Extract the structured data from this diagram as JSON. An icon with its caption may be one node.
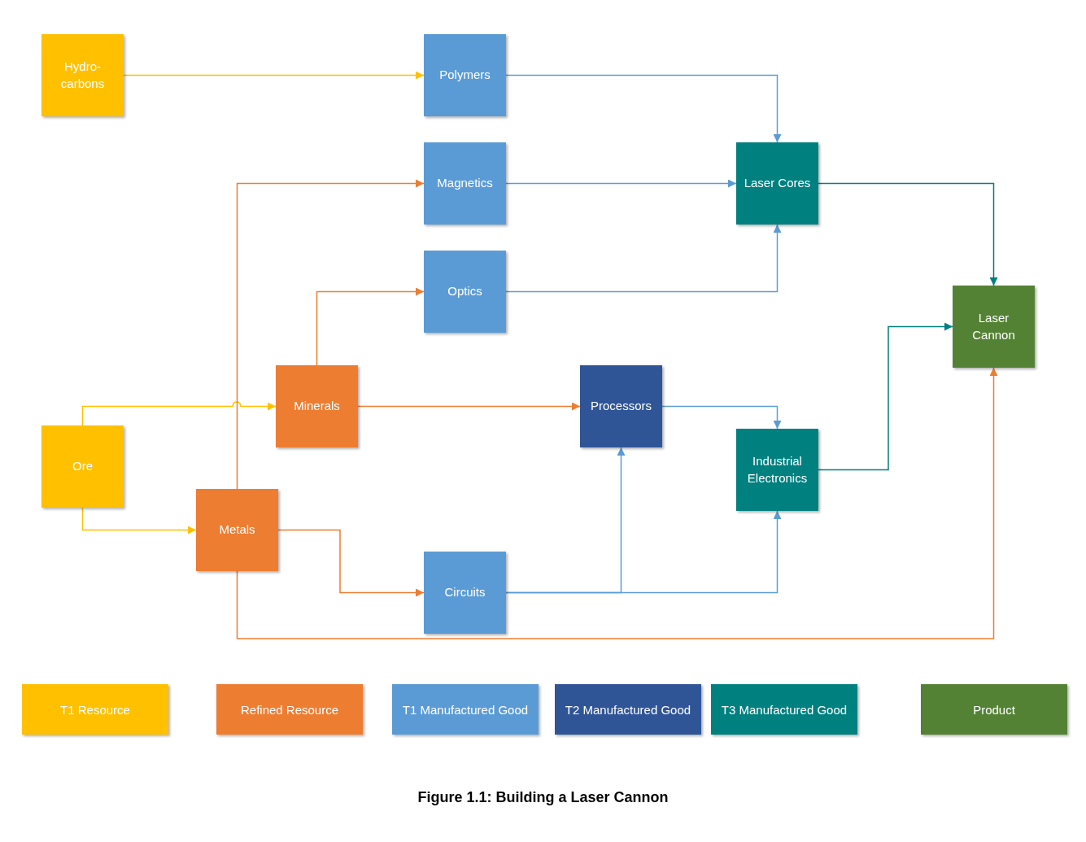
{
  "diagram": {
    "caption": "Figure 1.1: Building a Laser Cannon",
    "nodes": [
      {
        "text": [
          "Hydro- carbons"
        ]
      },
      {
        "text": [
          "Polymers"
        ]
      },
      {
        "text": [
          "Magnetics"
        ]
      },
      {
        "text": [
          "Laser Cores"
        ]
      },
      {
        "text": [
          "Optics"
        ]
      },
      {
        "text": [
          "Laser Cannon"
        ]
      },
      {
        "text": [
          "Minerals"
        ]
      },
      {
        "text": [
          "Processors"
        ]
      },
      {
        "text": [
          "Ore"
        ]
      },
      {
        "text": [
          "Industrial Electronics"
        ]
      },
      {
        "text": [
          "Metals"
        ]
      },
      {
        "text": [
          "Circuits"
        ]
      }
    ],
    "edges": [
      {
        "from": 0,
        "to": 1,
        "arrow": "to",
        "color": "#ffc000"
      },
      {
        "from": 1,
        "to": 3,
        "arrow": "to"
      },
      {
        "from": 2,
        "to": 3,
        "arrow": "to"
      },
      {
        "from": 4,
        "to": 3,
        "arrow": "to"
      },
      {
        "from": 3,
        "to": 5,
        "arrow": "to",
        "color": "#00807f"
      },
      {
        "from": 8,
        "to": 6,
        "arrow": "to",
        "color": "#ffc000"
      },
      {
        "from": 8,
        "to": 10,
        "arrow": "to",
        "color": "#ffc000"
      },
      {
        "from": 6,
        "to": 4,
        "arrow": "to",
        "color": "#ed7d31"
      },
      {
        "from": 6,
        "to": 7,
        "arrow": "to",
        "color": "#ed7d31"
      },
      {
        "from": 10,
        "to": 2,
        "arrow": "to",
        "color": "#ed7d31"
      },
      {
        "from": 10,
        "to": 11,
        "arrow": "to",
        "color": "#ed7d31"
      },
      {
        "from": 10,
        "to": 5,
        "arrow": "to",
        "color": "#ed7d31"
      },
      {
        "from": 7,
        "to": 9,
        "arrow": "to"
      },
      {
        "from": 11,
        "to": 7,
        "arrow": "to"
      },
      {
        "from": 11,
        "to": 9,
        "arrow": "to"
      },
      {
        "from": 9,
        "to": 5,
        "arrow": "to",
        "color": "#00807f"
      }
    ],
    "legend": [
      {
        "text": "T1 Resource",
        "color": "#ffc000"
      },
      {
        "text": "Refined Resource",
        "color": "#ed7d31"
      },
      {
        "text": "T1 Manufactured Good",
        "color": "#5b9bd5"
      },
      {
        "text": "T2 Manufactured Good",
        "color": "#2f5597"
      },
      {
        "text": "T3 Manufactured Good",
        "color": "#00807f"
      },
      {
        "text": "Product",
        "color": "#548235"
      }
    ]
  }
}
